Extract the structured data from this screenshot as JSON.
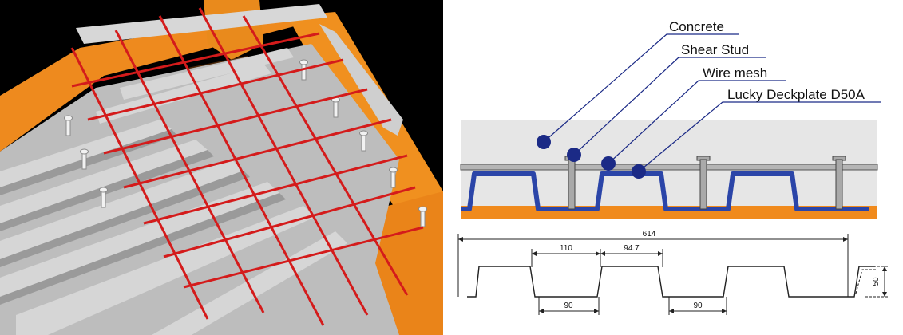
{
  "callouts": [
    {
      "label": "Concrete"
    },
    {
      "label": "Shear Stud"
    },
    {
      "label": "Wire mesh"
    },
    {
      "label": "Lucky Deckplate D50A"
    }
  ],
  "dimensions": {
    "total_width": "614",
    "top_flange": "110",
    "rib_spacing": "94.7",
    "bottom_left": "90",
    "bottom_right": "90",
    "height": "50"
  },
  "colors": {
    "deck_blue": "#2b45a8",
    "steel_orange": "#f08a1c",
    "rebar_red": "#d41b1b",
    "concrete_gray": "#e6e6e6",
    "callout_navy": "#1b2a86"
  }
}
